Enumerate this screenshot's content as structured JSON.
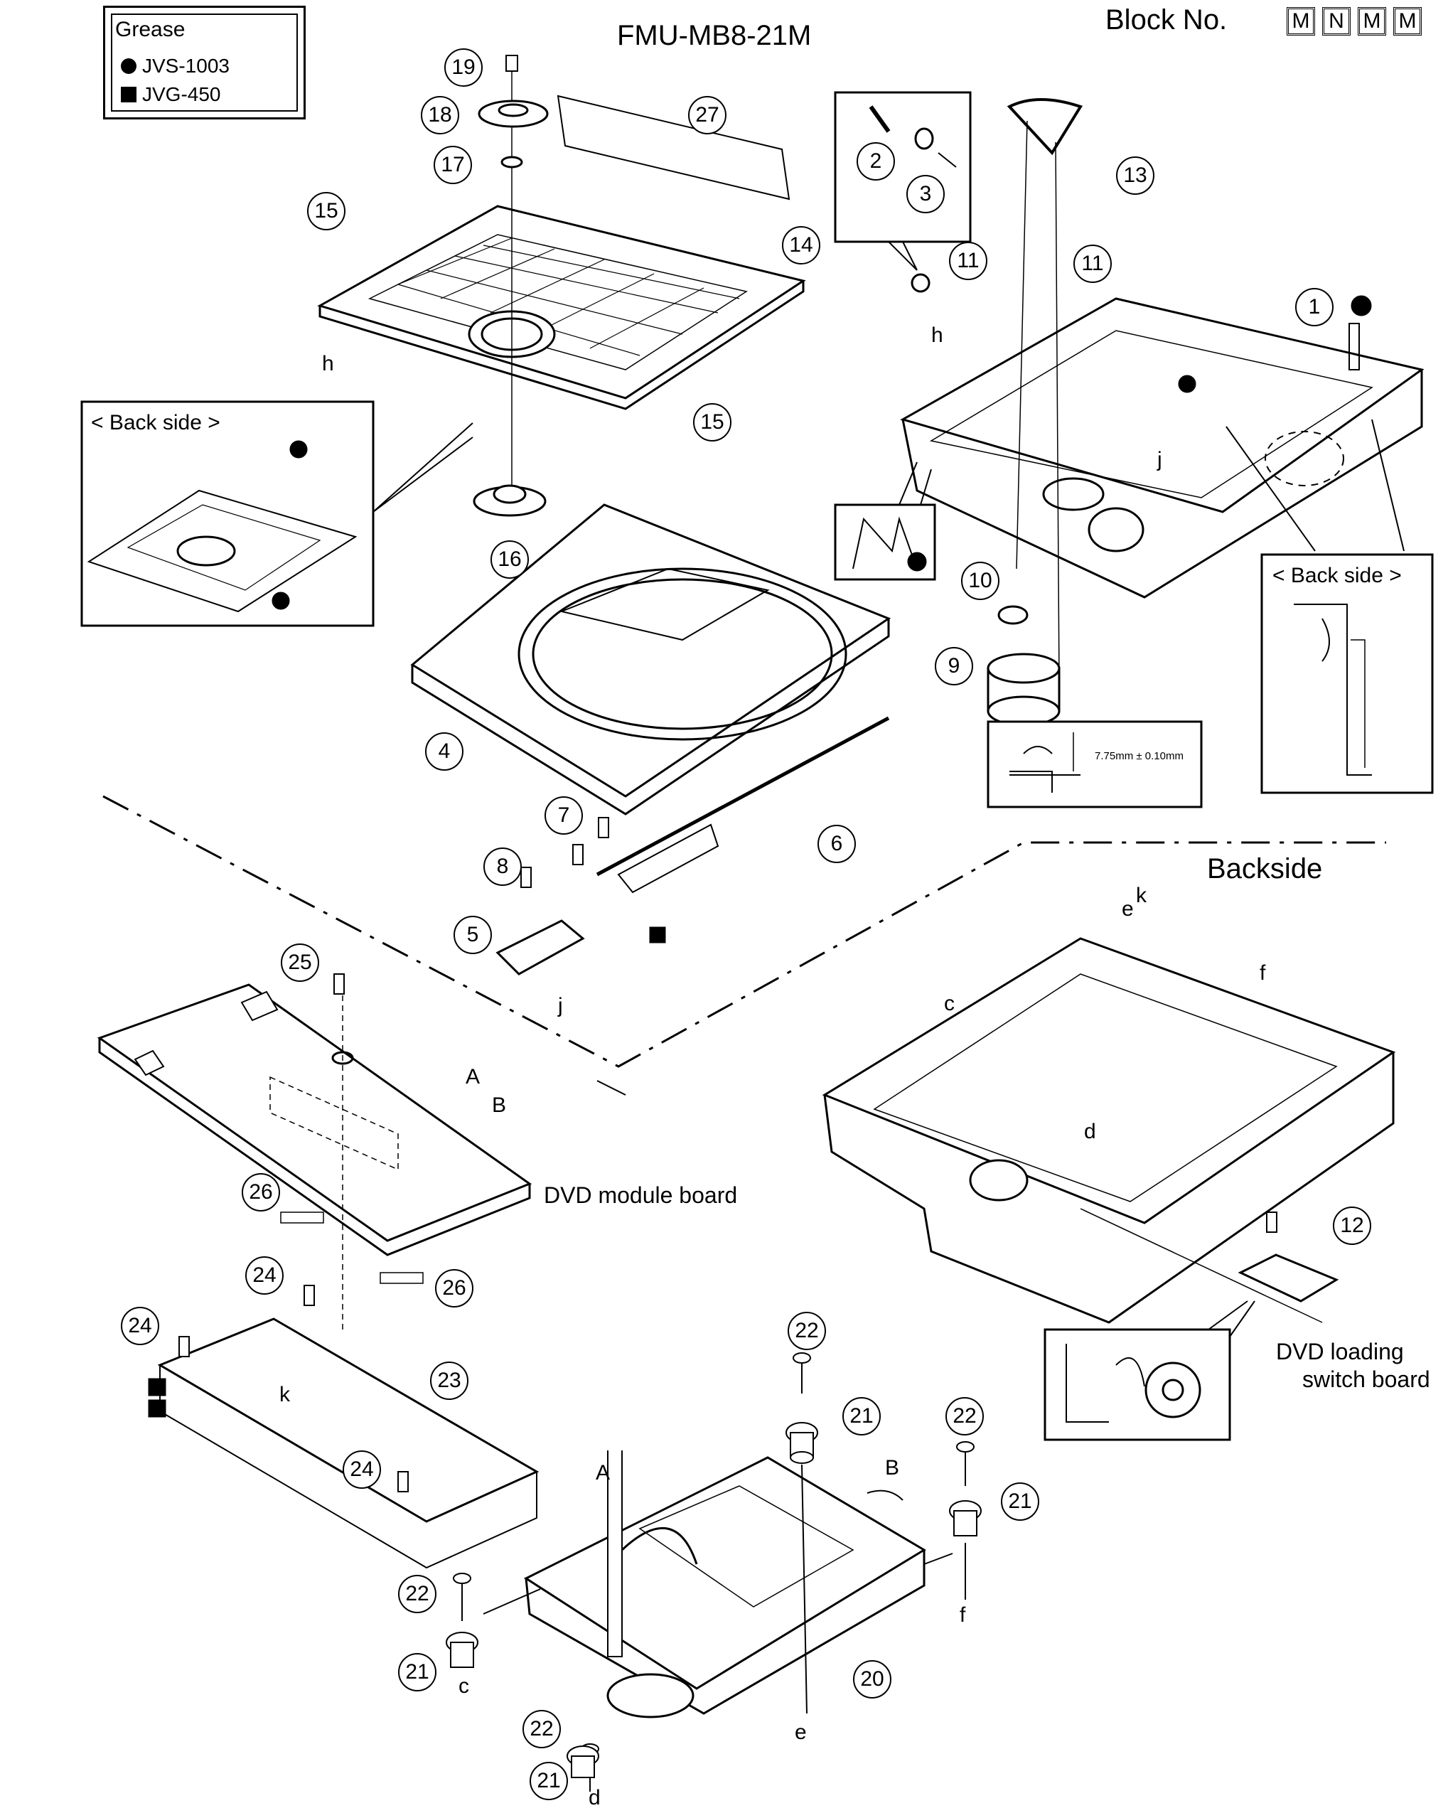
{
  "header": {
    "model": "FMU-MB8-21M",
    "block_label": "Block No.",
    "block_codes": [
      "M",
      "N",
      "M",
      "M"
    ]
  },
  "legend": {
    "title": "Grease",
    "items": [
      {
        "symbol": "circle",
        "label": "JVS-1003"
      },
      {
        "symbol": "square",
        "label": "JVG-450"
      }
    ]
  },
  "labels": {
    "back_side_left": "< Back side >",
    "back_side_right": "< Back side >",
    "backside": "Backside",
    "dvd_module_board": "DVD module board",
    "dvd_loading_switch_line1": "DVD loading",
    "dvd_loading_switch_line2": "switch board",
    "dimension": "7.75mm ± 0.10mm"
  },
  "parts": [
    "1",
    "2",
    "3",
    "4",
    "5",
    "6",
    "7",
    "8",
    "9",
    "10",
    "11",
    "11",
    "12",
    "13",
    "14",
    "15",
    "15",
    "16",
    "17",
    "18",
    "19",
    "20",
    "21",
    "21",
    "21",
    "21",
    "22",
    "22",
    "22",
    "22",
    "23",
    "24",
    "24",
    "24",
    "25",
    "26",
    "26",
    "27"
  ],
  "letters": [
    "h",
    "h",
    "j",
    "j",
    "k",
    "k",
    "e",
    "e",
    "f",
    "f",
    "c",
    "c",
    "d",
    "d",
    "A",
    "A",
    "B",
    "B"
  ],
  "colors": {
    "ink": "#000000",
    "paper": "#ffffff"
  }
}
